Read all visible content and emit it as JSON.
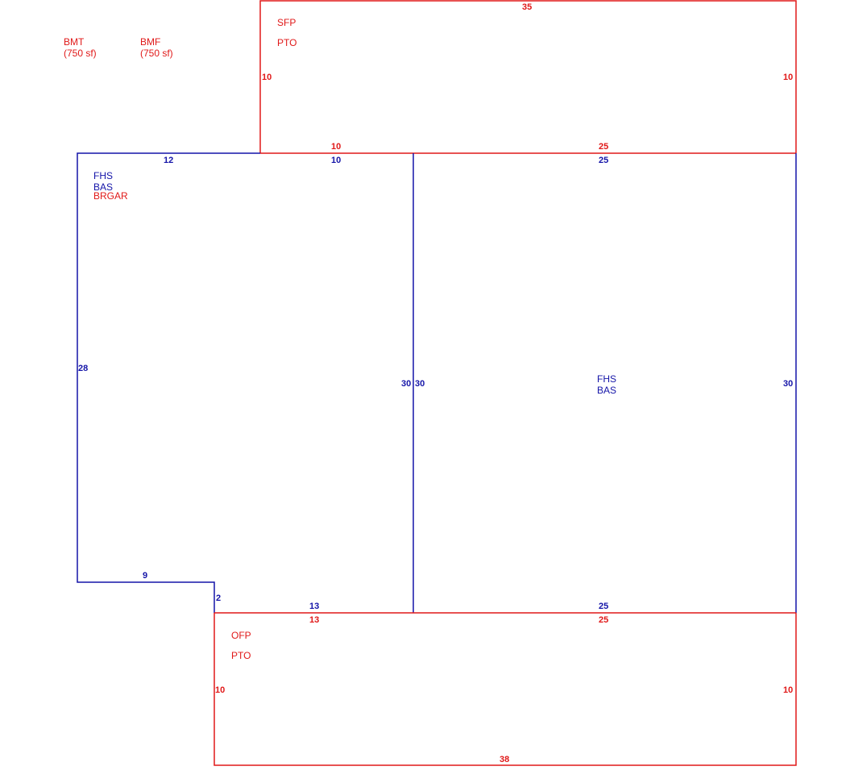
{
  "colors": {
    "red": "#e01818",
    "blue": "#1414a8"
  },
  "legend": {
    "bmt_code": "BMT",
    "bmt_area": "(750 sf)",
    "bmf_code": "BMF",
    "bmf_area": "(750 sf)"
  },
  "areas": {
    "top_patio": {
      "line1": "SFP",
      "line2": "PTO"
    },
    "left_main": {
      "line1": "FHS",
      "line2": "BAS",
      "line3": "BRGAR"
    },
    "right_main": {
      "line1": "FHS",
      "line2": "BAS"
    },
    "bottom_patio": {
      "line1": "OFP",
      "line2": "PTO"
    }
  },
  "dims": {
    "top_patio_top": "35",
    "top_patio_left": "10",
    "top_patio_right": "10",
    "top_patio_bottom_left": "10",
    "top_patio_bottom_right": "25",
    "left_main_top_a": "12",
    "left_main_top_b": "10",
    "right_main_top": "25",
    "left_main_left": "28",
    "left_main_right": "30",
    "right_main_left": "30",
    "right_main_right": "30",
    "notch_horizontal": "9",
    "notch_vertical": "2",
    "left_main_bottom": "13",
    "right_main_bottom": "25",
    "bottom_patio_top_left": "13",
    "bottom_patio_top_right": "25",
    "bottom_patio_left": "10",
    "bottom_patio_right": "10",
    "bottom_patio_bottom": "38"
  }
}
